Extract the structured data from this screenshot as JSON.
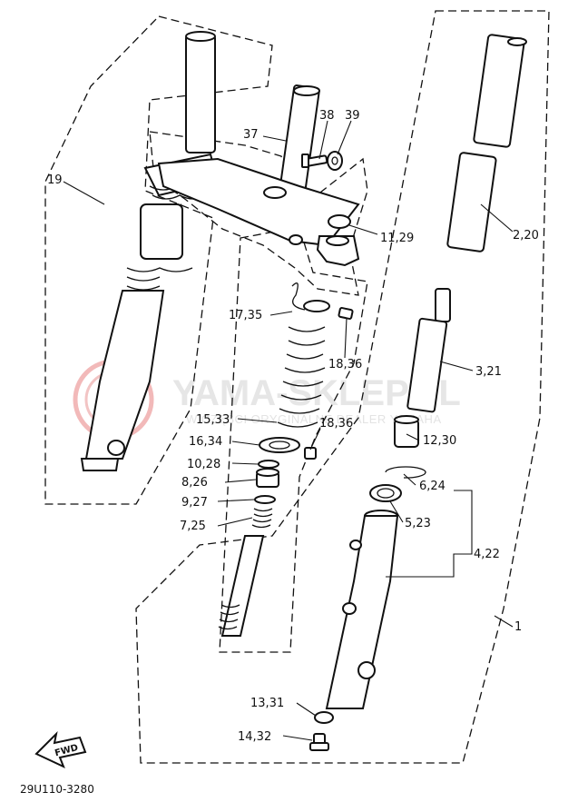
{
  "watermark": {
    "text": "YAMA-SKLEP.PL",
    "subtitle": "W CZĘŚCI ORYGINALNE DEALER YAMAHA"
  },
  "parts": [
    {
      "id": "p19",
      "label": "19"
    },
    {
      "id": "p37",
      "label": "37"
    },
    {
      "id": "p38",
      "label": "38"
    },
    {
      "id": "p39",
      "label": "39"
    },
    {
      "id": "p11",
      "label": "11,29"
    },
    {
      "id": "p2",
      "label": "2,20"
    },
    {
      "id": "p17",
      "label": "17,35"
    },
    {
      "id": "p18a",
      "label": "18,36"
    },
    {
      "id": "p3",
      "label": "3,21"
    },
    {
      "id": "p15",
      "label": "15,33"
    },
    {
      "id": "p18b",
      "label": "18,36"
    },
    {
      "id": "p12",
      "label": "12,30"
    },
    {
      "id": "p16",
      "label": "16,34"
    },
    {
      "id": "p10",
      "label": "10,28"
    },
    {
      "id": "p6",
      "label": "6,24"
    },
    {
      "id": "p8",
      "label": "8,26"
    },
    {
      "id": "p9",
      "label": "9,27"
    },
    {
      "id": "p5",
      "label": "5,23"
    },
    {
      "id": "p4",
      "label": "4,22"
    },
    {
      "id": "p7",
      "label": "7,25"
    },
    {
      "id": "p1",
      "label": "1"
    },
    {
      "id": "p13",
      "label": "13,31"
    },
    {
      "id": "p14",
      "label": "14,32"
    }
  ],
  "fwd_label": "FWD",
  "drawing_code": "29U110-3280"
}
